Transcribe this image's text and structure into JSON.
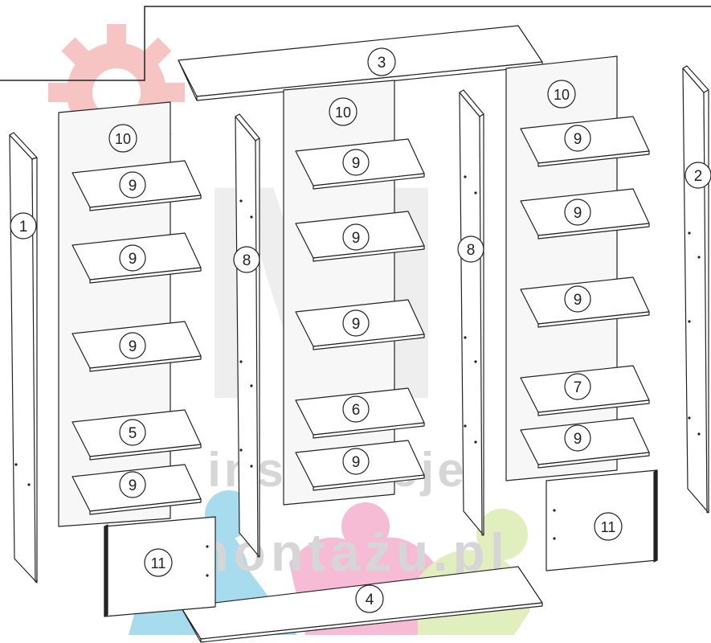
{
  "watermark": {
    "lines": [
      "instrukcje",
      "montażu.pl"
    ],
    "logo_letter": "M",
    "colors": {
      "gear": "#f7c4c4",
      "blue": "#a6dced",
      "pink": "#f6bcd6",
      "green": "#e1efbf",
      "text": "#d6d6d6",
      "letter": "#eeeeee"
    }
  },
  "callouts": {
    "p1": "1",
    "p2": "2",
    "p3": "3",
    "p4": "4",
    "p8a": "8",
    "p8b": "8",
    "p10a": "10",
    "p10b": "10",
    "p10c": "10",
    "p11a": "11",
    "p11b": "11",
    "col1": [
      "9",
      "9",
      "9",
      "5",
      "9"
    ],
    "col2": [
      "9",
      "9",
      "9",
      "6",
      "9"
    ],
    "col3": [
      "9",
      "9",
      "9",
      "7",
      "9"
    ]
  },
  "colors": {
    "stroke": "#222222",
    "panel": "#ffffff",
    "back_panel": "#f7f7f7"
  }
}
